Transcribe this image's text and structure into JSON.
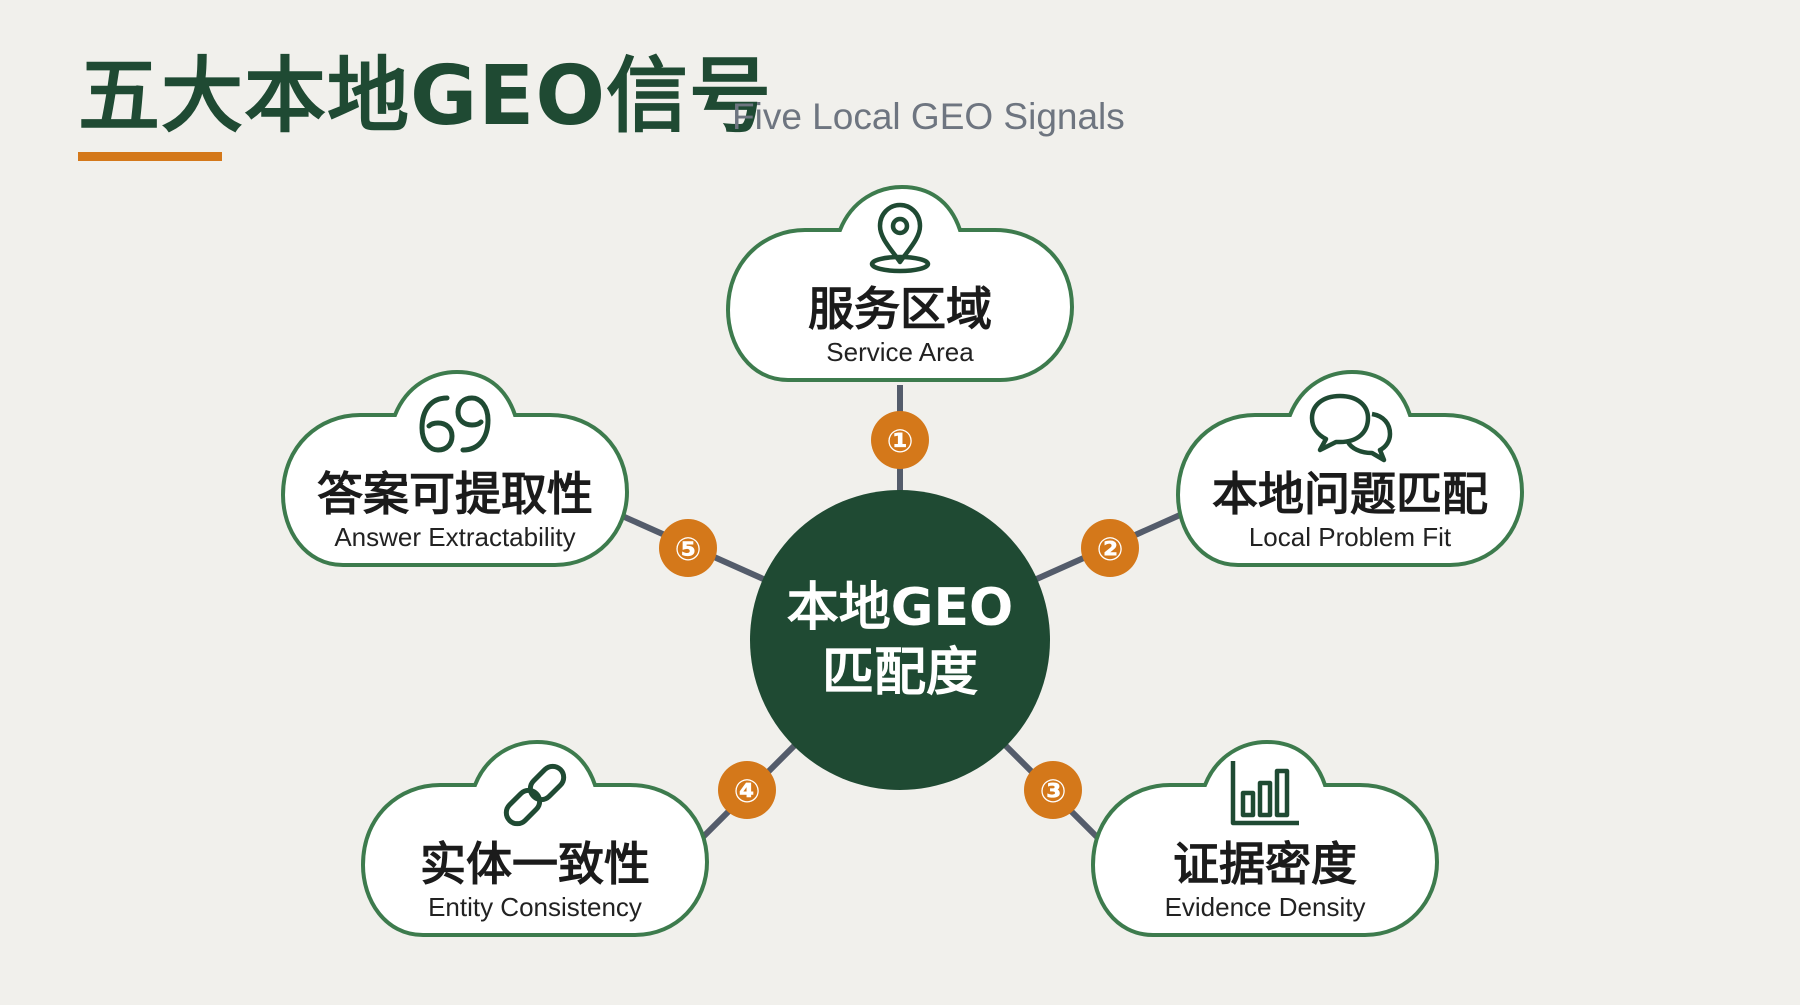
{
  "header": {
    "title": "五大本地GEO信号",
    "subtitle": "Five Local GEO Signals"
  },
  "center": {
    "line1": "本地GEO",
    "line2": "匹配度"
  },
  "nodes": [
    {
      "badge": "①",
      "title_cn": "服务区域",
      "title_en": "Service Area",
      "icon": "map-pin-icon"
    },
    {
      "badge": "②",
      "title_cn": "本地问题匹配",
      "title_en": "Local Problem Fit",
      "icon": "chat-bubbles-icon"
    },
    {
      "badge": "③",
      "title_cn": "证据密度",
      "title_en": "Evidence Density",
      "icon": "bar-chart-icon"
    },
    {
      "badge": "④",
      "title_cn": "实体一致性",
      "title_en": "Entity Consistency",
      "icon": "link-icon"
    },
    {
      "badge": "⑤",
      "title_cn": "答案可提取性",
      "title_en": "Answer Extractability",
      "icon": "quote-icon"
    }
  ],
  "colors": {
    "primary_green": "#1f4a33",
    "cloud_border": "#3d7b4d",
    "accent_orange": "#d4781a",
    "connector": "#545c6b",
    "background": "#f1f0ec"
  }
}
